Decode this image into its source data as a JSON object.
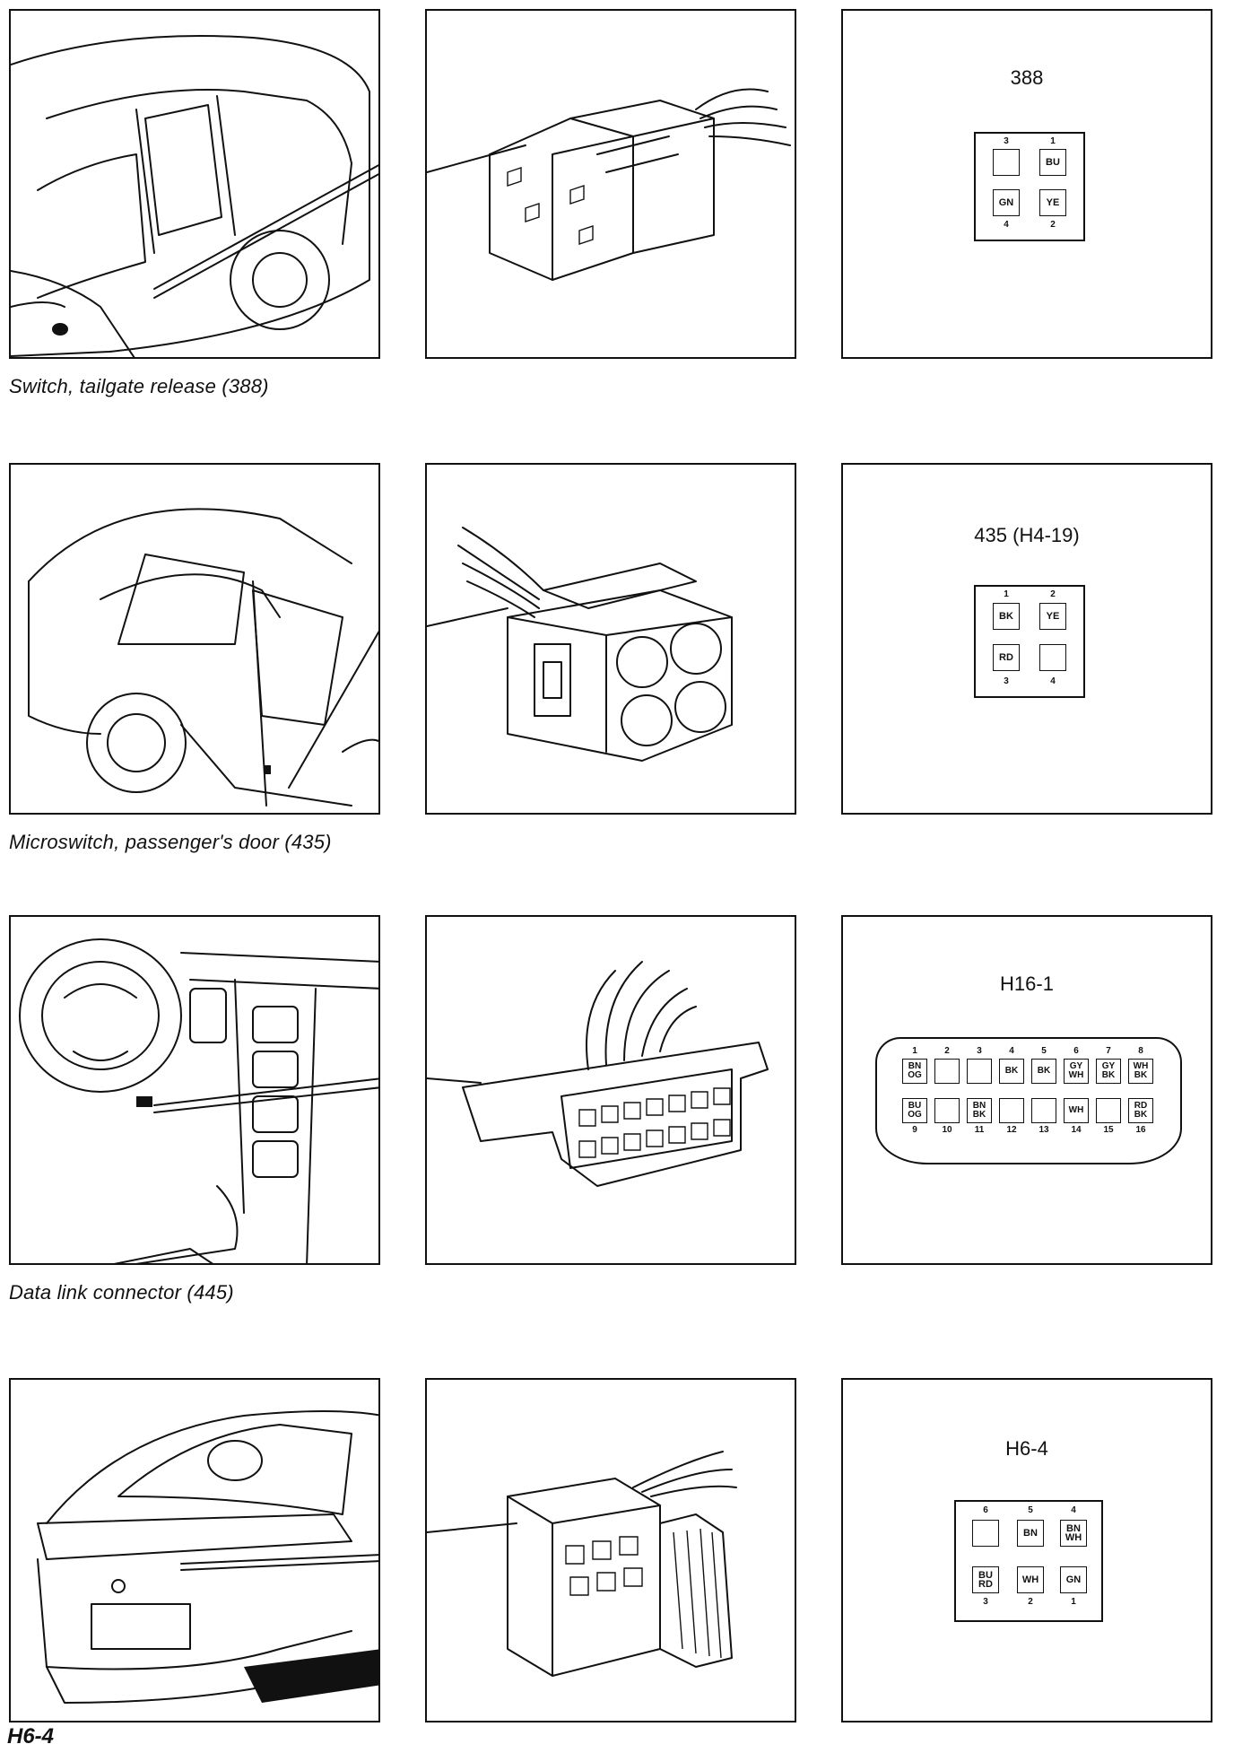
{
  "rows": [
    {
      "caption": "Switch, tailgate release (388)",
      "connector_id": "388",
      "pins": [
        {
          "num": "3",
          "label": ""
        },
        {
          "num": "1",
          "label": "BU"
        },
        {
          "num": "4",
          "label": "GN"
        },
        {
          "num": "2",
          "label": "YE"
        }
      ]
    },
    {
      "caption": "Microswitch, passenger's door (435)",
      "connector_id": "435 (H4-19)",
      "pins": [
        {
          "num": "1",
          "label": "BK"
        },
        {
          "num": "2",
          "label": "YE"
        },
        {
          "num": "3",
          "label": "RD"
        },
        {
          "num": "4",
          "label": ""
        }
      ]
    },
    {
      "caption": "Data link connector (445)",
      "connector_id": "H16-1",
      "pins_top": [
        {
          "num": "1",
          "label": "BN\nOG"
        },
        {
          "num": "2",
          "label": ""
        },
        {
          "num": "3",
          "label": ""
        },
        {
          "num": "4",
          "label": "BK"
        },
        {
          "num": "5",
          "label": "BK"
        },
        {
          "num": "6",
          "label": "GY\nWH"
        },
        {
          "num": "7",
          "label": "GY\nBK"
        },
        {
          "num": "8",
          "label": "WH\nBK"
        }
      ],
      "pins_bottom": [
        {
          "num": "9",
          "label": "BU\nOG"
        },
        {
          "num": "10",
          "label": ""
        },
        {
          "num": "11",
          "label": "BN\nBK"
        },
        {
          "num": "12",
          "label": ""
        },
        {
          "num": "13",
          "label": ""
        },
        {
          "num": "14",
          "label": "WH"
        },
        {
          "num": "15",
          "label": ""
        },
        {
          "num": "16",
          "label": "RD\nBK"
        }
      ]
    },
    {
      "caption": "",
      "connector_id": "H6-4",
      "pins_top": [
        {
          "num": "6",
          "label": ""
        },
        {
          "num": "5",
          "label": "BN"
        },
        {
          "num": "4",
          "label": "BN\nWH"
        }
      ],
      "pins_bottom": [
        {
          "num": "3",
          "label": "BU\nRD"
        },
        {
          "num": "2",
          "label": "WH"
        },
        {
          "num": "1",
          "label": "GN"
        }
      ]
    }
  ],
  "footer": "H6-4"
}
